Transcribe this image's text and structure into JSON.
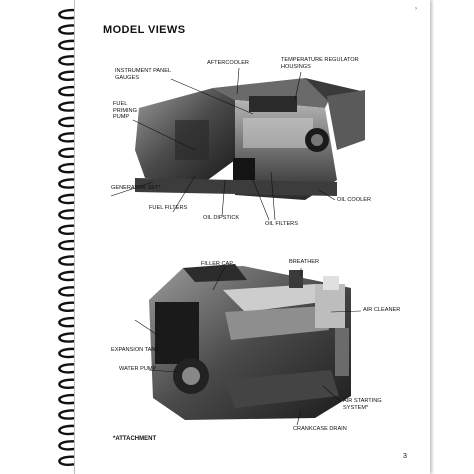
{
  "page": {
    "title": "MODEL VIEWS",
    "page_number": "3",
    "footnote": "*ATTACHMENT",
    "corner_mark": "›"
  },
  "top_view": {
    "labels": {
      "instrument_panel_gauges": "INSTRUMENT PANEL\nGAUGES",
      "aftercooler": "AFTERCOOLER",
      "temperature_regulator_housings": "TEMPERATURE REGULATOR\nHOUSINGS",
      "fuel_priming_pump": "FUEL\nPRIMING\nPUMP",
      "generator_set": "GENERATOR SET*",
      "fuel_filters": "FUEL FILTERS",
      "oil_dipstick": "OIL DIPSTICK",
      "oil_filters": "OIL FILTERS",
      "oil_cooler": "OIL COOLER"
    }
  },
  "bottom_view": {
    "labels": {
      "filler_cap": "FILLER CAP",
      "breather": "BREATHER",
      "air_cleaner": "AIR CLEANER",
      "expansion_tank": "EXPANSION TANK",
      "water_pump": "WATER PUMP",
      "air_starting_system": "AIR STARTING\nSYSTEM*",
      "crankcase_drain": "CRANKCASE DRAIN"
    }
  }
}
